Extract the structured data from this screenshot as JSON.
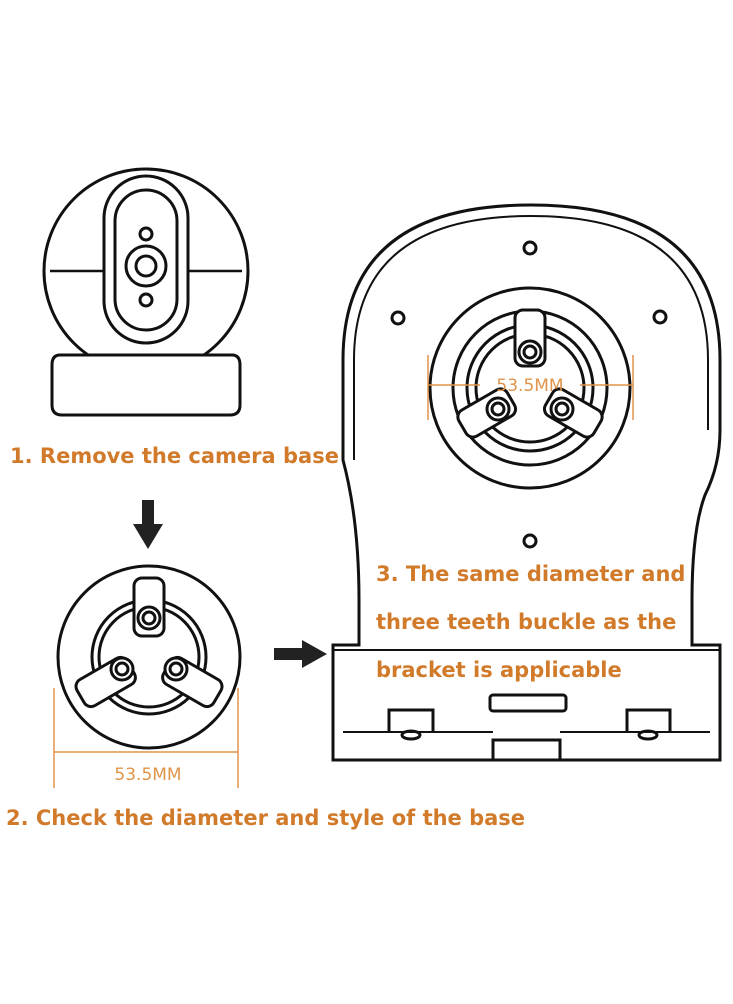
{
  "steps": {
    "step1": "1. Remove the camera base",
    "step2": "2. Check the diameter and style of the base",
    "step3_line1": "3. The same diameter and",
    "step3_line2": "three teeth buckle as the",
    "step3_line3": "bracket is applicable"
  },
  "dimensions": {
    "base_diameter": "53.5MM",
    "bracket_diameter": "53.5MM"
  },
  "colors": {
    "accent": "#d17a2a",
    "line": "#111111"
  }
}
